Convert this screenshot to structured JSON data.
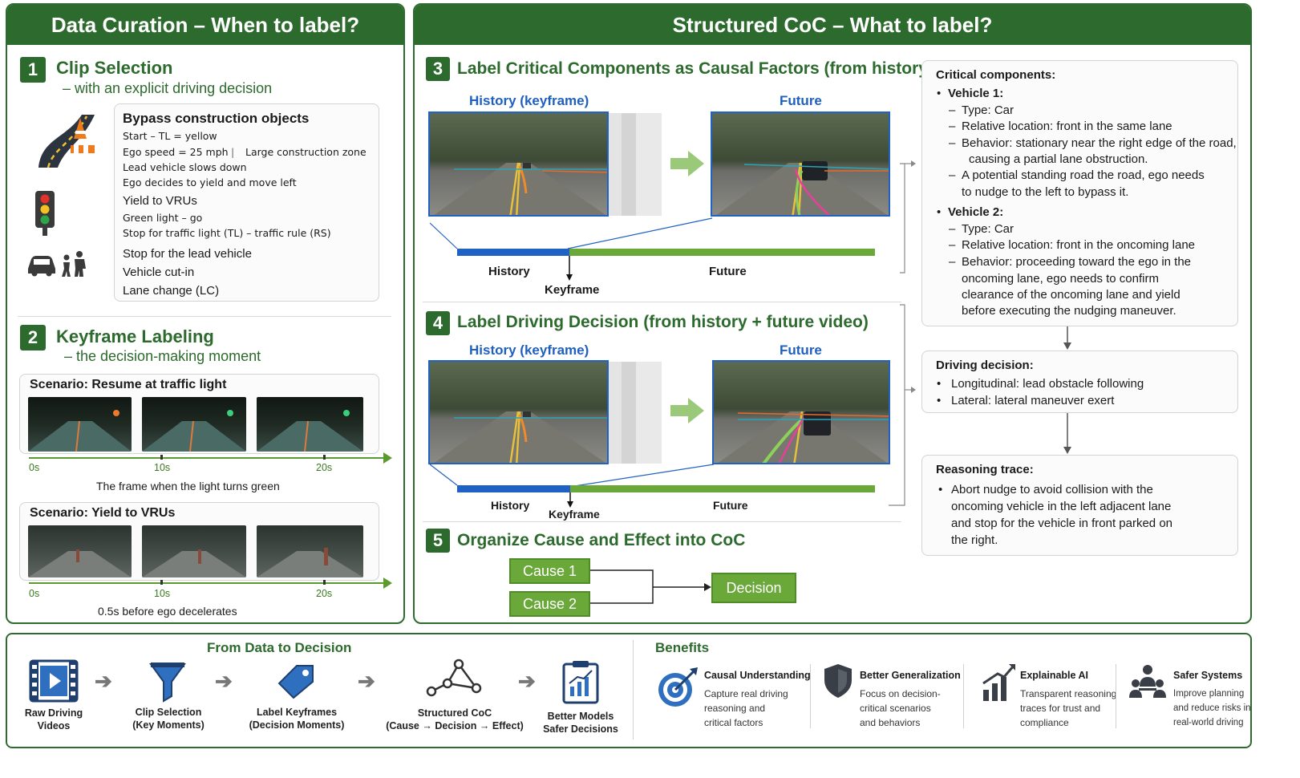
{
  "left": {
    "header": "Data Curation – When to label?",
    "s1": {
      "num": "1",
      "title": "Clip Selection",
      "subtitle": "– with an explicit driving decision"
    },
    "clip_card": {
      "title": "Bypass construction objects",
      "lines": [
        "Start – TL = yellow",
        "Ego speed = 25 mph",
        "|",
        "Large construction zone",
        "Lead vehicle slows down",
        "Ego decides to yield and move left"
      ],
      "yield_title": "Yield to VRUs",
      "yield_lines": [
        "Green light – go",
        "Stop for traffic light (TL) – traffic rule (RS)"
      ],
      "extra": [
        "Stop for the lead vehicle",
        "Vehicle cut-in",
        "Lane change (LC)"
      ]
    },
    "s2": {
      "num": "2",
      "title": "Keyframe Labeling",
      "subtitle": "– the decision-making moment"
    },
    "scenario1": {
      "title": "Scenario: Resume at traffic light",
      "ticks": [
        "0s",
        "10s",
        "20s"
      ],
      "caption": "The frame when the light turns green"
    },
    "scenario2": {
      "title": "Scenario: Yield to VRUs",
      "ticks": [
        "0s",
        "10s",
        "20s"
      ],
      "caption": "0.5s before ego decelerates"
    }
  },
  "right": {
    "header": "Structured CoC – What to label?",
    "s3": {
      "num": "3",
      "title": "Label Critical Components as Causal Factors (from history)",
      "history": "History (keyframe)",
      "future": "Future",
      "bar_history": "History",
      "bar_future": "Future",
      "keyframe": "Keyframe"
    },
    "s4": {
      "num": "4",
      "title": "Label Driving Decision (from history + future video)",
      "history": "History (keyframe)",
      "future": "Future",
      "bar_history": "History",
      "bar_future": "Future",
      "keyframe": "Keyframe"
    },
    "s5": {
      "num": "5",
      "title": "Organize Cause and Effect into CoC",
      "cause1": "Cause 1",
      "cause2": "Cause 2",
      "decision": "Decision"
    },
    "critical": {
      "title": "Critical components:",
      "v1": "Vehicle 1:",
      "v1_type": "Type: Car",
      "v1_loc": "Relative location: front in the same lane",
      "v1_beh_a": "Behavior: stationary near the right edge of the road,",
      "v1_beh_b": "causing a partial lane obstruction.",
      "v1_pot_a": "A potential standing road the road, ego needs",
      "v1_pot_b": "to nudge to the left to bypass it.",
      "v2": "Vehicle 2:",
      "v2_type": "Type: Car",
      "v2_loc": "Relative location: front in the oncoming lane",
      "v2_beh_a": "Behavior: proceeding toward the ego in the",
      "v2_beh_b": "oncoming lane, ego needs to confirm",
      "v2_beh_c": "clearance of the oncoming lane and yield",
      "v2_beh_d": "before executing the nudging maneuver."
    },
    "decision": {
      "title": "Driving decision:",
      "long": "Longitudinal: lead obstacle following",
      "lat": "Lateral: lateral maneuver exert"
    },
    "reasoning": {
      "title": "Reasoning trace:",
      "a": "Abort nudge to avoid collision with the",
      "b": "oncoming vehicle in the left adjacent lane",
      "c": "and stop for the vehicle in front parked on",
      "d": "the right."
    }
  },
  "bottom": {
    "flow_title": "From Data to Decision",
    "flow": [
      {
        "a": "Raw Driving",
        "b": "Videos",
        "icon": "film-icon"
      },
      {
        "a": "Clip Selection",
        "b": "(Key Moments)",
        "icon": "funnel-icon"
      },
      {
        "a": "Label Keyframes",
        "b": "(Decision Moments)",
        "icon": "tag-icon"
      },
      {
        "a": "Structured CoC",
        "b": "(Cause → Decision → Effect)",
        "icon": "graph-icon"
      },
      {
        "a": "Better Models",
        "b": "Safer Decisions",
        "icon": "clipboard-chart-icon"
      }
    ],
    "benefits_title": "Benefits",
    "benefits": [
      {
        "title": "Causal Understanding",
        "l1": "Capture real driving",
        "l2": "reasoning and",
        "l3": "critical factors",
        "icon": "target-icon"
      },
      {
        "title": "Better Generalization",
        "l1": "Focus on decision-",
        "l2": "critical scenarios",
        "l3": "and behaviors",
        "icon": "shield-icon"
      },
      {
        "title": "Explainable AI",
        "l1": "Transparent reasoning",
        "l2": "traces for trust and",
        "l3": "compliance",
        "icon": "growth-chart-icon"
      },
      {
        "title": "Safer Systems",
        "l1": "Improve planning",
        "l2": "and reduce risks in",
        "l3": "real-world driving",
        "icon": "people-icon"
      }
    ]
  }
}
